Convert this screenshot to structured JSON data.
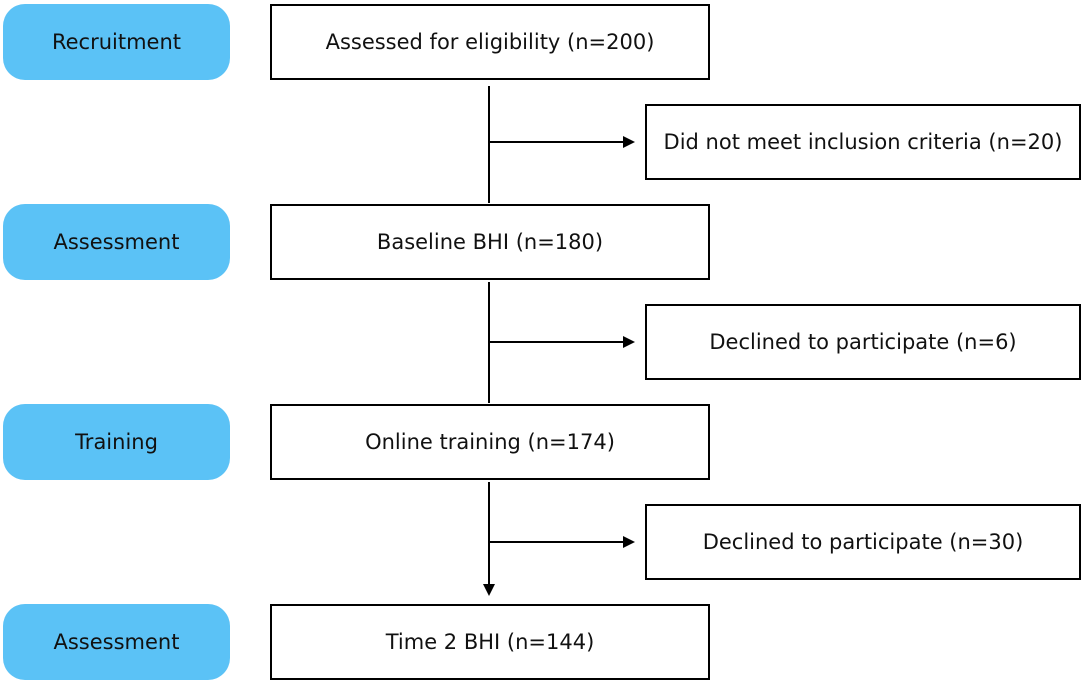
{
  "stages": [
    {
      "label": "Recruitment"
    },
    {
      "label": "Assessment"
    },
    {
      "label": "Training"
    },
    {
      "label": "Assessment"
    }
  ],
  "main_boxes": [
    {
      "text": "Assessed for eligibility (n=200)"
    },
    {
      "text": "Baseline BHI (n=180)"
    },
    {
      "text": "Online training (n=174)"
    },
    {
      "text": "Time 2 BHI (n=144)"
    }
  ],
  "exclusion_boxes": [
    {
      "text": "Did not meet inclusion criteria (n=20)"
    },
    {
      "text": "Declined to participate (n=6)"
    },
    {
      "text": "Declined to participate (n=30)"
    }
  ],
  "colors": {
    "stage_fill": "#5bc2f6",
    "box_border": "#000000",
    "text": "#111111"
  }
}
